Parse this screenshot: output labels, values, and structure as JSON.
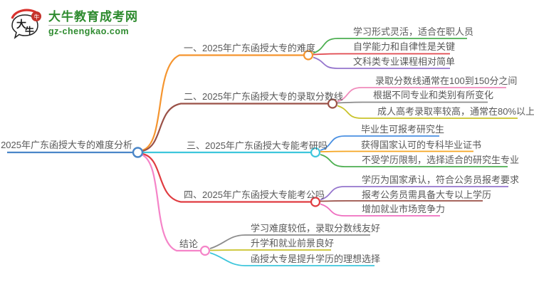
{
  "logo": {
    "site_name": "大牛教育成考网",
    "site_url": "gz-chengkao.com",
    "brand_color": "#2e8b2f",
    "seal_color": "#c4332b",
    "icon_char_1": "大",
    "icon_char_2": "牛",
    "seal_char": "牛"
  },
  "mindmap": {
    "root": {
      "label": "2025年广东函授大专的难度分析",
      "color": "#4a86c8"
    },
    "branches": [
      {
        "label": "一、2025年广东函授大专的难度",
        "color": "#f5952f",
        "children": [
          {
            "label": "学习形式灵活，适合在职人员",
            "color": "#4caf50"
          },
          {
            "label": "自学能力和自律性是关键",
            "color": "#e0474d"
          },
          {
            "label": "文科类专业课程相对简单",
            "color": "#9575cd"
          }
        ]
      },
      {
        "label": "二、2025年广东函授大专的录取分数线",
        "color": "#9a5147",
        "children": [
          {
            "label": "录取分数线通常在100到150分之间",
            "color": "#f08bbb"
          },
          {
            "label": "根据不同专业和类别有所变化",
            "color": "#8c8c8c"
          },
          {
            "label": "成人高考录取率较高，通常在80%以上",
            "color": "#c9c32b"
          }
        ]
      },
      {
        "label": "三、2025年广东函授大专能考研吗",
        "color": "#3ec6dc",
        "children": [
          {
            "label": "毕业生可报考研究生",
            "color": "#4a90e2"
          },
          {
            "label": "获得国家认可的专科毕业证书",
            "color": "#f5a623"
          },
          {
            "label": "不受学历限制，选择适合的研究生专业",
            "color": "#4caf50"
          }
        ]
      },
      {
        "label": "四、2025年广东函授大专能考公吗",
        "color": "#e03c41",
        "children": [
          {
            "label": "学历为国家承认，符合公务员报考要求",
            "color": "#9575cd"
          },
          {
            "label": "报考公务员需具备大专以上学历",
            "color": "#9b5048"
          },
          {
            "label": "增加就业市场竞争力",
            "color": "#ef6fc0"
          }
        ]
      },
      {
        "label": "结论",
        "color": "#f584c8",
        "children": [
          {
            "label": "学习难度较低，录取分数线友好",
            "color": "#8c8c8c"
          },
          {
            "label": "升学和就业前景良好",
            "color": "#c9c32b"
          },
          {
            "label": "函授大专是提升学历的理想选择",
            "color": "#3ec6dc"
          }
        ]
      }
    ]
  }
}
